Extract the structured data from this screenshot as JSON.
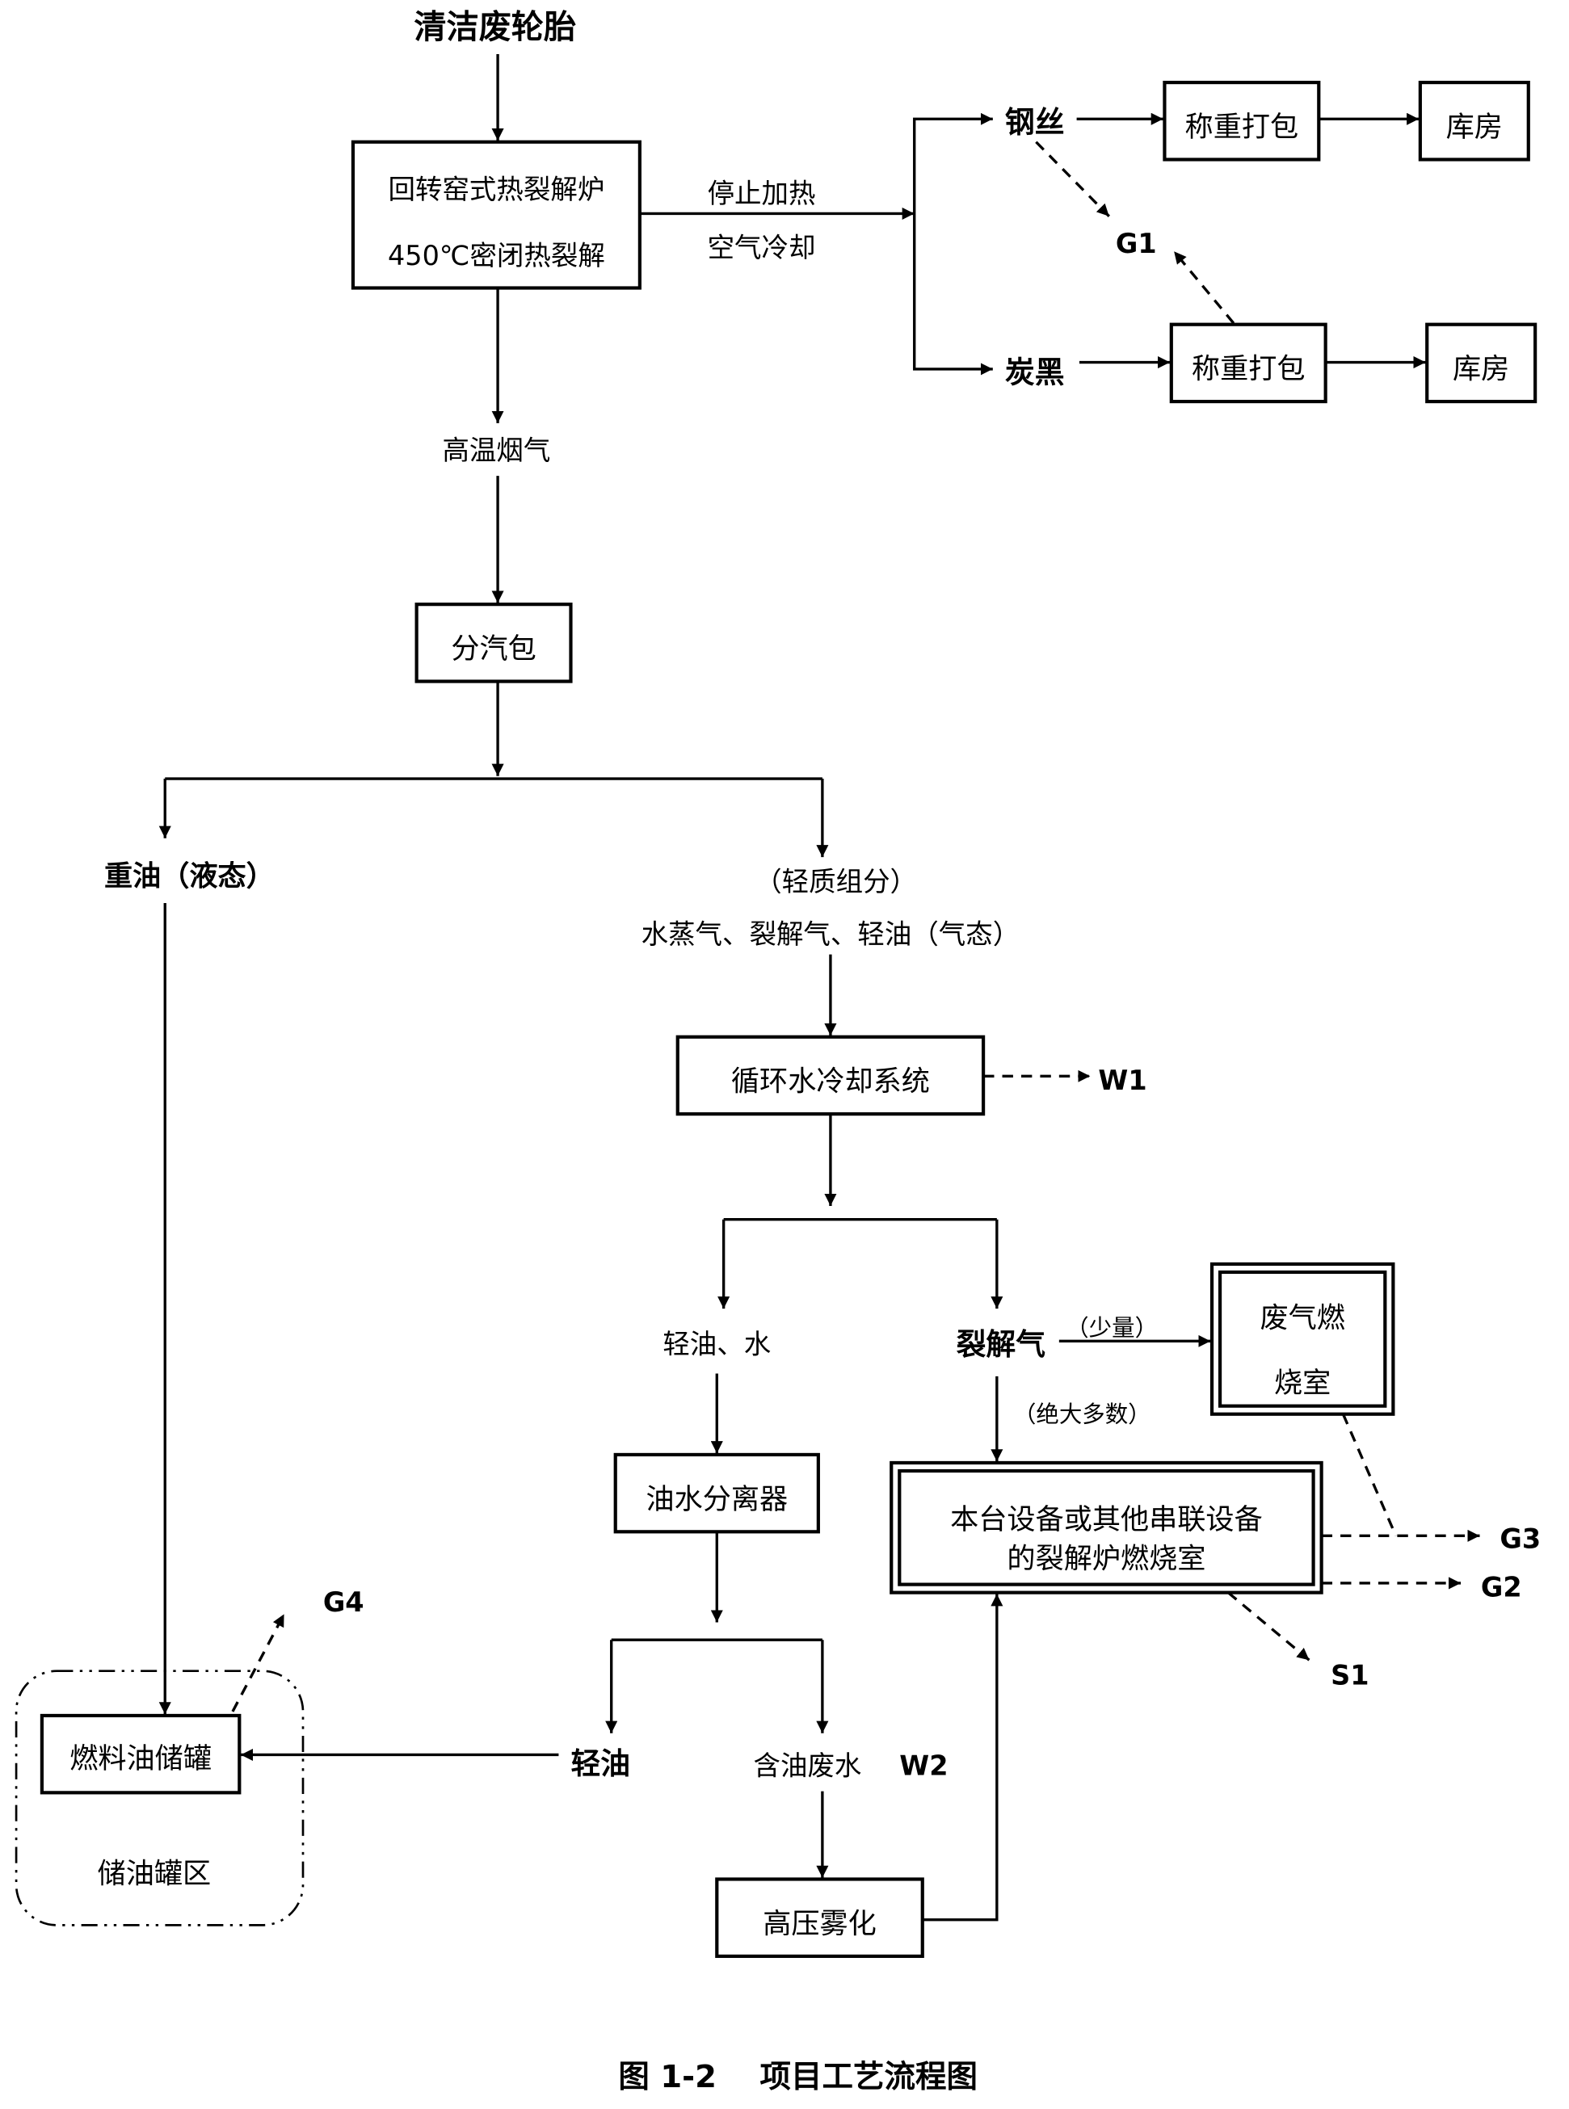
{
  "caption": "图 1-2    项目工艺流程图",
  "nodes": {
    "input": "清洁废轮胎",
    "kiln_line1": "回转窑式热裂解炉",
    "kiln_line2": "450℃密闭热裂解",
    "stop_heat_line1": "停止加热",
    "stop_heat_line2": "空气冷却",
    "steel_wire": "钢丝",
    "carbon_black": "炭黑",
    "weigh_pack_1": "称重打包",
    "weigh_pack_2": "称重打包",
    "warehouse_1": "库房",
    "warehouse_2": "库房",
    "hot_flue_gas": "高温烟气",
    "steam_separator": "分汽包",
    "heavy_oil": "重油（液态）",
    "light_components_line1": "（轻质组分）",
    "light_components_line2": "水蒸气、裂解气、轻油（气态）",
    "cooling_system": "循环水冷却系统",
    "light_oil_water": "轻油、水",
    "pyrolysis_gas": "裂解气",
    "small_amount": "（少量）",
    "majority": "（绝大多数）",
    "waste_gas_chamber_line1": "废气燃",
    "waste_gas_chamber_line2": "烧室",
    "oil_water_separator": "油水分离器",
    "combustion_chamber_line1": "本台设备或其他串联设备",
    "combustion_chamber_line2": "的裂解炉燃烧室",
    "light_oil": "轻油",
    "oily_wastewater": "含油废水",
    "fuel_oil_tank": "燃料油储罐",
    "tank_area": "储油罐区",
    "hp_atomization": "高压雾化"
  },
  "emissions": {
    "g1": "G1",
    "g2": "G2",
    "g3": "G3",
    "g4": "G4",
    "w1": "W1",
    "w2": "W2",
    "s1": "S1"
  }
}
